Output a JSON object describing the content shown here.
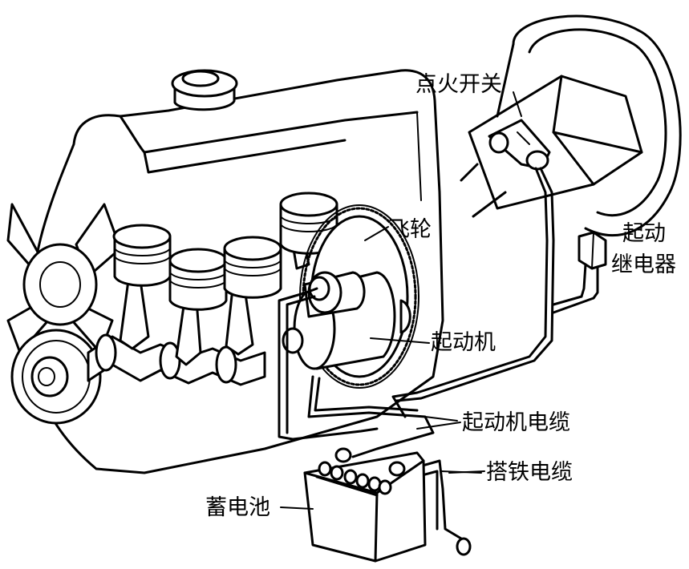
{
  "labels": {
    "ignition_switch": "点火开关",
    "starter_relay_line1": "起动",
    "starter_relay_line2": "继电器",
    "flywheel": "飞轮",
    "starter_motor": "起动机",
    "starter_cable": "起动机电缆",
    "ground_cable": "搭铁电缆",
    "battery": "蓄电池"
  }
}
